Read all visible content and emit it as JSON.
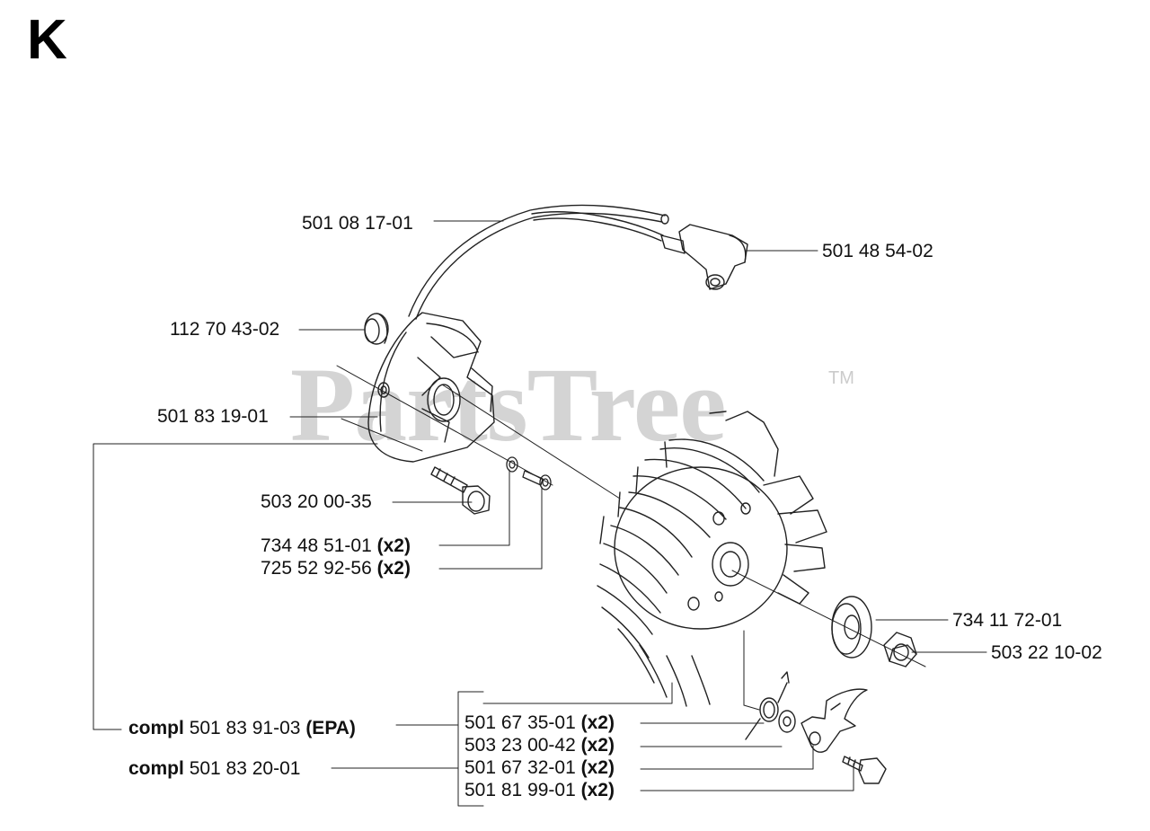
{
  "section": {
    "letter": "K"
  },
  "watermark": {
    "text": "PartsTree",
    "tm": "TM"
  },
  "parts": {
    "ignition_lead": "501 08 17-01",
    "spark_plug_cap": "501 48 54-02",
    "grommet": "112 70 43-02",
    "ignition_module": "501 83 19-01",
    "module_screw": "503 20 00-35",
    "washer": "734 48 51-01",
    "washer_qty": "(x2)",
    "screw": "725 52 92-56",
    "screw_qty": "(x2)",
    "flywheel_washer": "734 11 72-01",
    "flywheel_nut": "503 22 10-02",
    "compl_prefix": "compl",
    "compl_epa_number": "501 83 91-03",
    "compl_epa_suffix": "(EPA)",
    "compl_number": "501 83 20-01",
    "pawl_spring": "501 67 35-01",
    "pawl_spring_qty": "(x2)",
    "pawl_washer": "503 23 00-42",
    "pawl_washer_qty": "(x2)",
    "pawl": "501 67 32-01",
    "pawl_qty": "(x2)",
    "pawl_bolt": "501 81 99-01",
    "pawl_bolt_qty": "(x2)"
  },
  "colors": {
    "line": "#222222",
    "watermark": "#a0a0a0"
  }
}
